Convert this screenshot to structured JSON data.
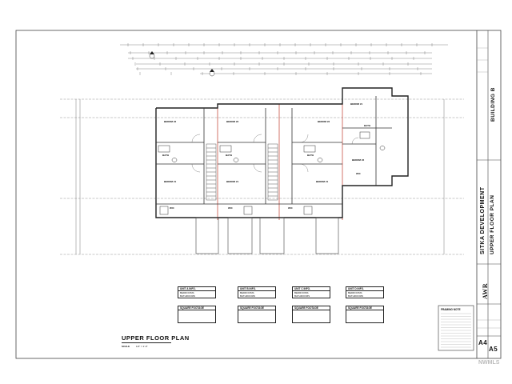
{
  "title_block": {
    "company": "SITKA DEVELOPMENT",
    "sheet_title": "UPPER FLOOR PLAN",
    "building": "BUILDING B",
    "architect_logo": "AWR",
    "sheet_number_top": "A4",
    "sheet_number_bottom": "A5"
  },
  "plan": {
    "title": "UPPER FLOOR PLAN",
    "scale_label": "SCALE",
    "scale_value": "1/4\" = 1'-0\"",
    "framing_notes_title": "FRAMING NOTE"
  },
  "rooms": [
    {
      "label": "BEDRM #2"
    },
    {
      "label": "BEDRM #2"
    },
    {
      "label": "BEDRM #2"
    },
    {
      "label": "BEDRM #1"
    },
    {
      "label": "BATH"
    },
    {
      "label": "BATH"
    },
    {
      "label": "BATH"
    },
    {
      "label": "BATH"
    },
    {
      "label": "BEDRM #1"
    },
    {
      "label": "BEDRM #1"
    },
    {
      "label": "BEDRM #1"
    },
    {
      "label": "BEDRM #2"
    },
    {
      "label": "W/C"
    },
    {
      "label": "W/C"
    },
    {
      "label": "W/C"
    },
    {
      "label": "W/C"
    }
  ],
  "unit_tables": [
    {
      "unit": "UNIT A INFO.",
      "bed": "BEDROOMS",
      "bath": "BATHROOMS",
      "sf_title": "SQUARE FOOTAGE"
    },
    {
      "unit": "UNIT B INFO.",
      "bed": "BEDROOMS",
      "bath": "BATHROOMS",
      "sf_title": "SQUARE FOOTAGE"
    },
    {
      "unit": "UNIT C INFO.",
      "bed": "BEDROOMS",
      "bath": "BATHROOMS",
      "sf_title": "SQUARE FOOTAGE"
    },
    {
      "unit": "UNIT D INFO.",
      "bed": "BEDROOMS",
      "bath": "BATHROOMS",
      "sf_title": "SQUARE FOOTAGE"
    }
  ],
  "watermark": "NWMLS",
  "colors": {
    "line": "#333333",
    "accent_red": "#c0392b"
  }
}
